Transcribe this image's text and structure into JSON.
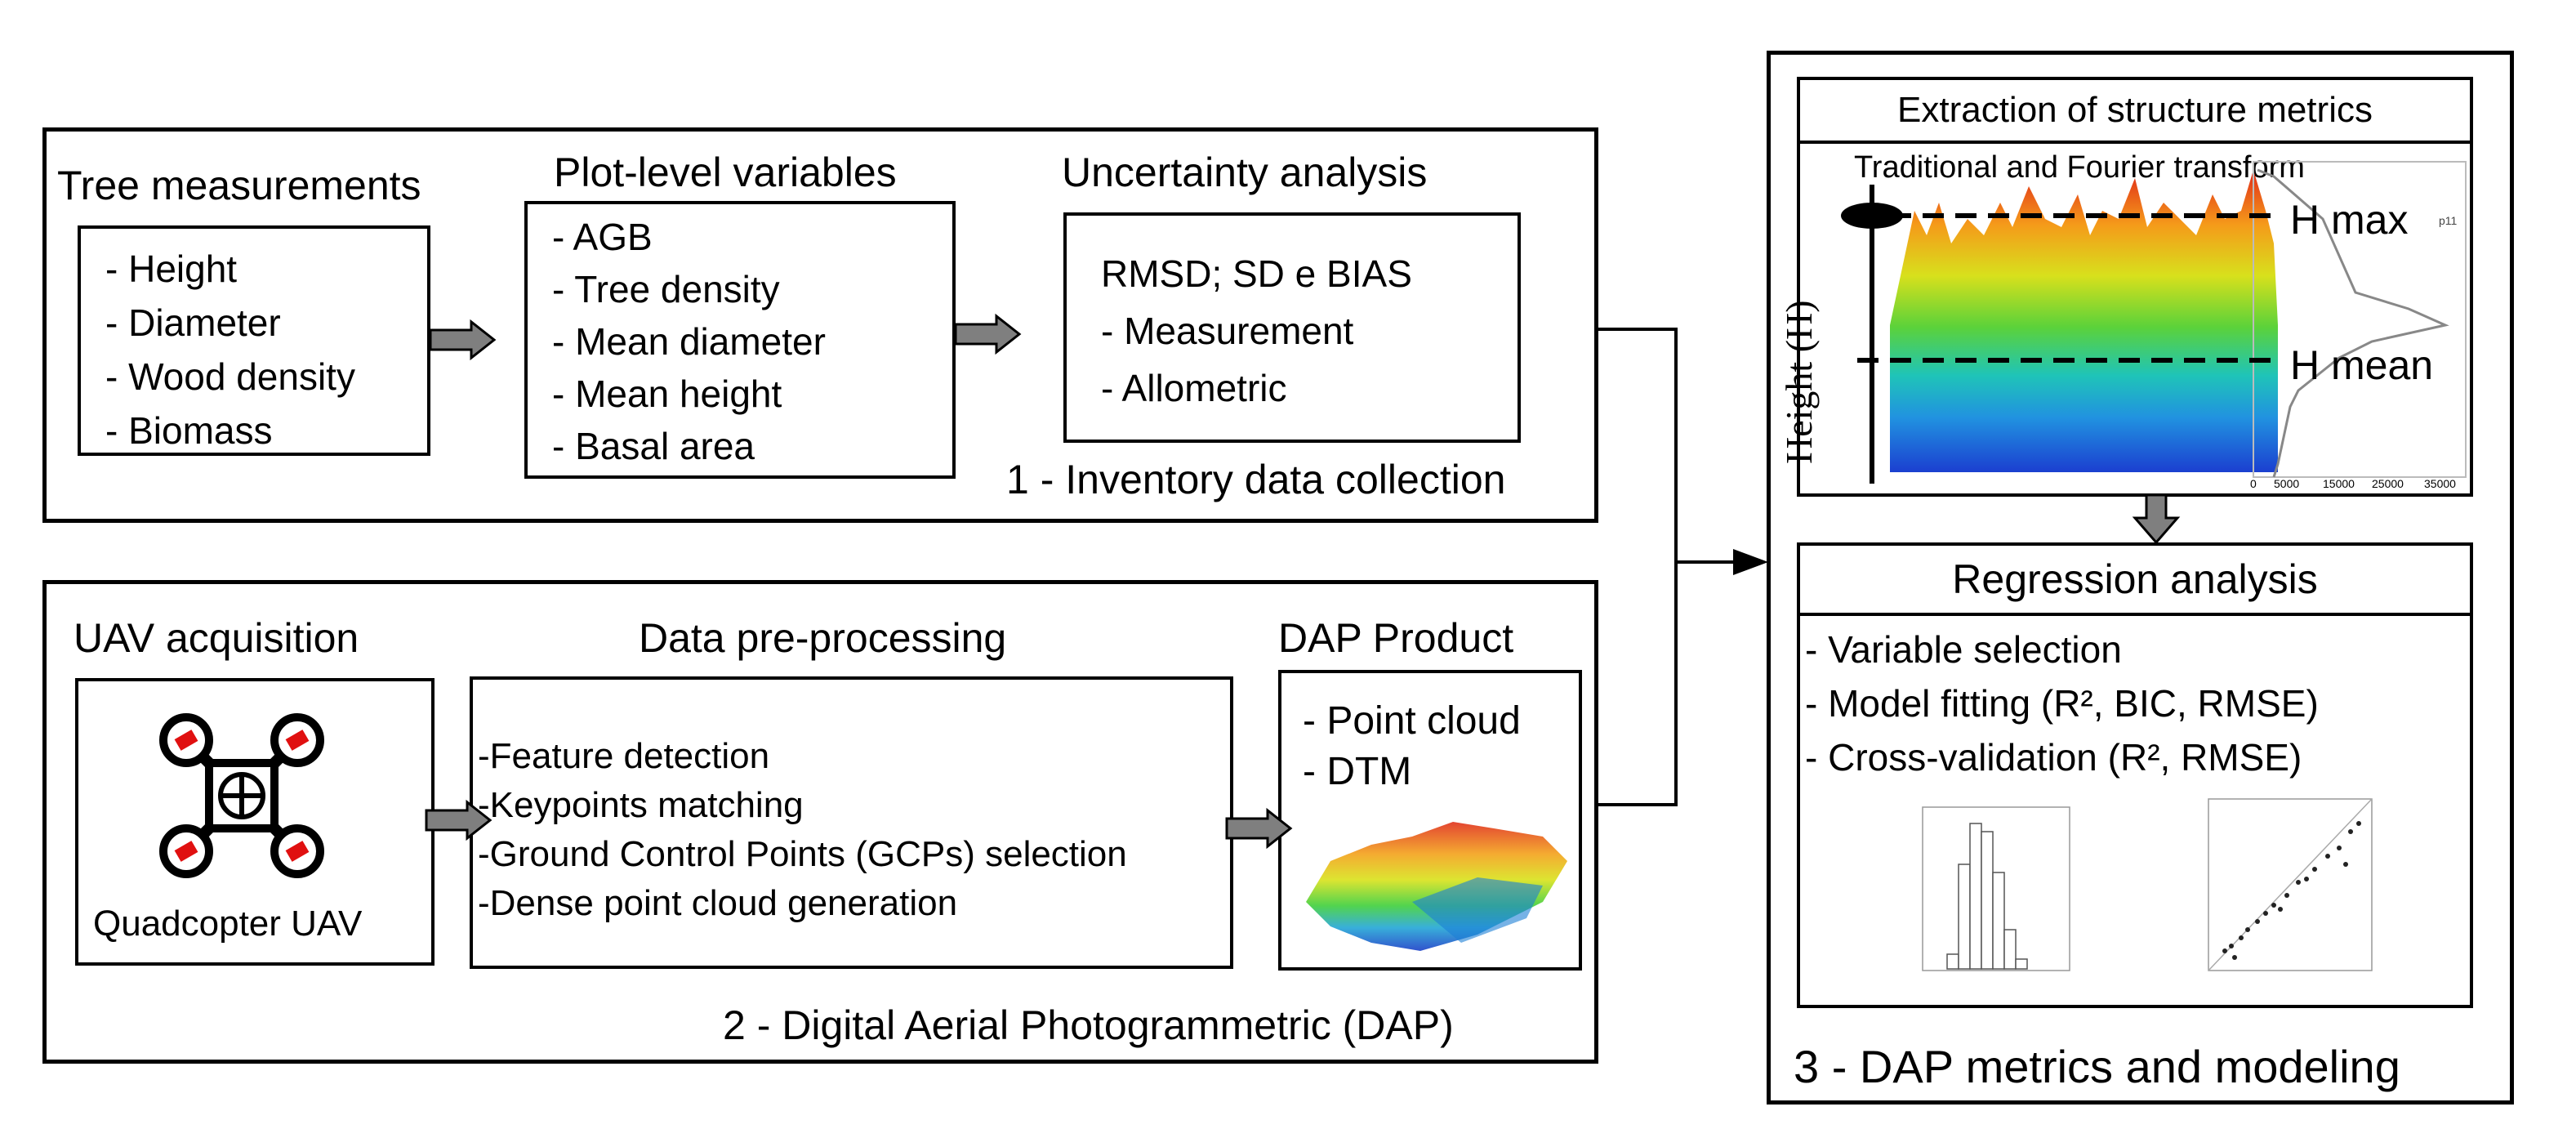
{
  "section1": {
    "caption": "1 - Inventory data collection",
    "tree_measurements": {
      "title": "Tree measurements",
      "items": [
        "- Height",
        "- Diameter",
        "- Wood density",
        "- Biomass"
      ]
    },
    "plot_level": {
      "title": "Plot-level variables",
      "items": [
        "- AGB",
        "- Tree density",
        "- Mean diameter",
        "- Mean height",
        "- Basal area"
      ]
    },
    "uncertainty": {
      "title": "Uncertainty analysis",
      "items": [
        "RMSD; SD e BIAS",
        "- Measurement",
        "- Allometric"
      ]
    }
  },
  "section2": {
    "caption": "2 - Digital Aerial Photogrammetric (DAP)",
    "uav": {
      "title": "UAV acquisition",
      "label": "Quadcopter UAV"
    },
    "preprocessing": {
      "title": "Data pre-processing",
      "items": [
        "-Feature detection",
        "-Keypoints matching",
        "-Ground Control Points (GCPs) selection",
        "-Dense point cloud generation"
      ]
    },
    "product": {
      "title": "DAP Product",
      "items": [
        "- Point cloud",
        "- DTM"
      ]
    }
  },
  "section3": {
    "caption": "3 - DAP metrics and modeling",
    "extraction": {
      "title": "Extraction of structure metrics",
      "subtitle": "Traditional and Fourier transform",
      "y_label": "Height (H)",
      "h_max": "H max",
      "h_mean": "H mean",
      "plot_tag": "p11",
      "x_ticks": [
        "0",
        "5000",
        "15000",
        "25000",
        "35000"
      ]
    },
    "regression": {
      "title": "Regression analysis",
      "items": [
        "- Variable selection",
        "- Model fitting (R², BIC, RMSE)",
        "- Cross-validation (R², RMSE)"
      ]
    }
  },
  "colors": {
    "line": "#000000",
    "arrow_fill": "#7f7f7f",
    "uav_red": "#e01010"
  }
}
